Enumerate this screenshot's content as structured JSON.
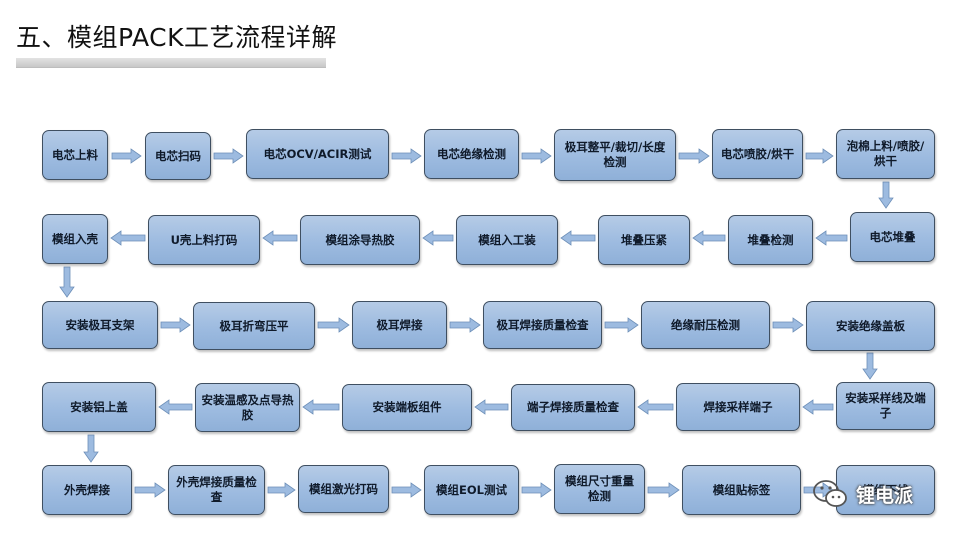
{
  "title": "五、模组PACK工艺流程详解",
  "watermark": {
    "text": "锂电派",
    "icon": "wechat-icon"
  },
  "colors": {
    "box_fill": "#9dbbe0",
    "box_border": "#3f4f61",
    "arrow": "#9dbbe0"
  },
  "steps": [
    "电芯上料",
    "电芯扫码",
    "电芯OCV/ACIR测试",
    "电芯绝缘检测",
    "极耳整平/裁切/长度检测",
    "电芯喷胶/烘干",
    "泡棉上料/喷胶/烘干",
    "电芯堆叠",
    "堆叠检测",
    "堆叠压紧",
    "模组入工装",
    "模组涂导热胶",
    "U壳上料打码",
    "模组入壳",
    "安装极耳支架",
    "极耳折弯压平",
    "极耳焊接",
    "极耳焊接质量检查",
    "绝缘耐压检测",
    "安装绝缘盖板",
    "安装采样线及端子",
    "焊接采样端子",
    "端子焊接质量检查",
    "安装端板组件",
    "安装温感及点导热胶",
    "安装铝上盖",
    "外壳焊接",
    "外壳焊接质量检查",
    "模组激光打码",
    "模组EOL测试",
    "模组尺寸重量检测",
    "模组贴标签",
    "模组下线"
  ]
}
